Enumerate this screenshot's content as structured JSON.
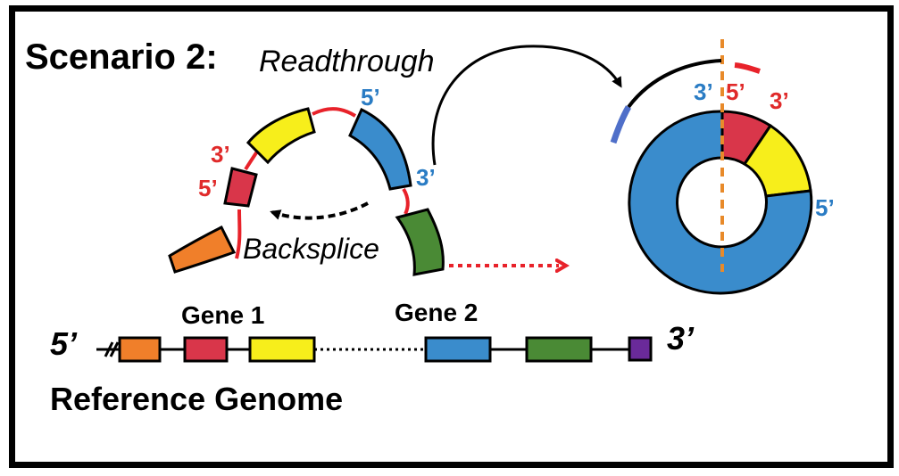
{
  "title": "Scenario 2:",
  "labels": {
    "readthrough": "Readthrough",
    "backsplice": "Backsplice",
    "gene1": "Gene 1",
    "gene2": "Gene 2",
    "reference_genome": "Reference Genome",
    "genome_5prime": "5’",
    "genome_3prime": "3’",
    "linear_5prime_blue": "5’",
    "linear_3prime_blue": "3’",
    "linear_3prime_red": "3’",
    "linear_5prime_red": "5’",
    "circ_3prime_blue": "3’",
    "circ_5prime_red": "5’",
    "circ_3prime_red": "3’",
    "circ_5prime_blue": "5’"
  },
  "colors": {
    "orange": "#f07f2a",
    "red": "#d9364a",
    "yellow": "#f7ee1b",
    "blue": "#3a8ccc",
    "green": "#4a8a35",
    "purple": "#6a2a9a",
    "strand_red": "#e8222a",
    "label_blue": "#2a7cc4",
    "label_red": "#e02a2a",
    "dash_orange": "#e88a2a",
    "read_blue": "#4f6fc9"
  }
}
